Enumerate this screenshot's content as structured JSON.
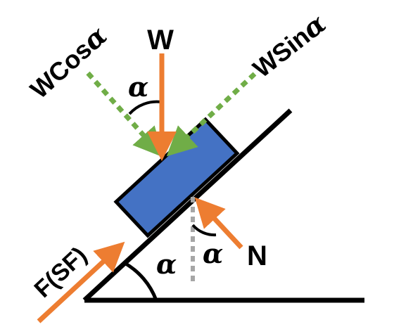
{
  "colors": {
    "block": "#4472c4",
    "orange": "#ed7d31",
    "green": "#70ad47",
    "black": "#000000",
    "gray": "#a6a6a6",
    "background": "#ffffff"
  },
  "labels": {
    "weight": "W",
    "weight_cos": "WCos",
    "weight_sin": "WSin",
    "normal": "N",
    "friction": "F(SF)",
    "alpha": "α"
  }
}
